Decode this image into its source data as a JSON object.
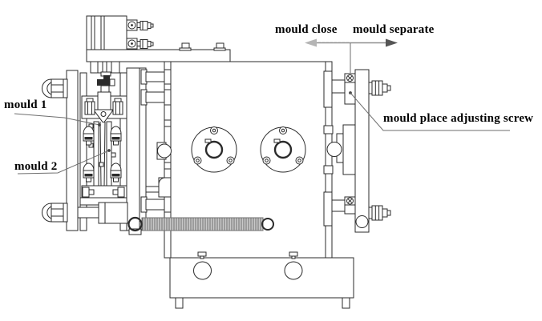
{
  "diagram": {
    "labels": {
      "motion_left": "mould close",
      "motion_right": "mould separate",
      "mould1": "mould 1",
      "mould2": "mould 2",
      "adjusting_screw": "mould place adjusting screw"
    },
    "colors": {
      "bg": "#ffffff",
      "line-color": "#2b2b2b",
      "leader-color": "#6e6e6e",
      "arrow-color": "#8f8f8f",
      "arrowhead-left": "#b5b5b5",
      "arrowhead-right": "#555555",
      "spring-fill": "#c9c9c9",
      "spring-line": "#6f6f6f",
      "label-color": "#000000"
    }
  }
}
